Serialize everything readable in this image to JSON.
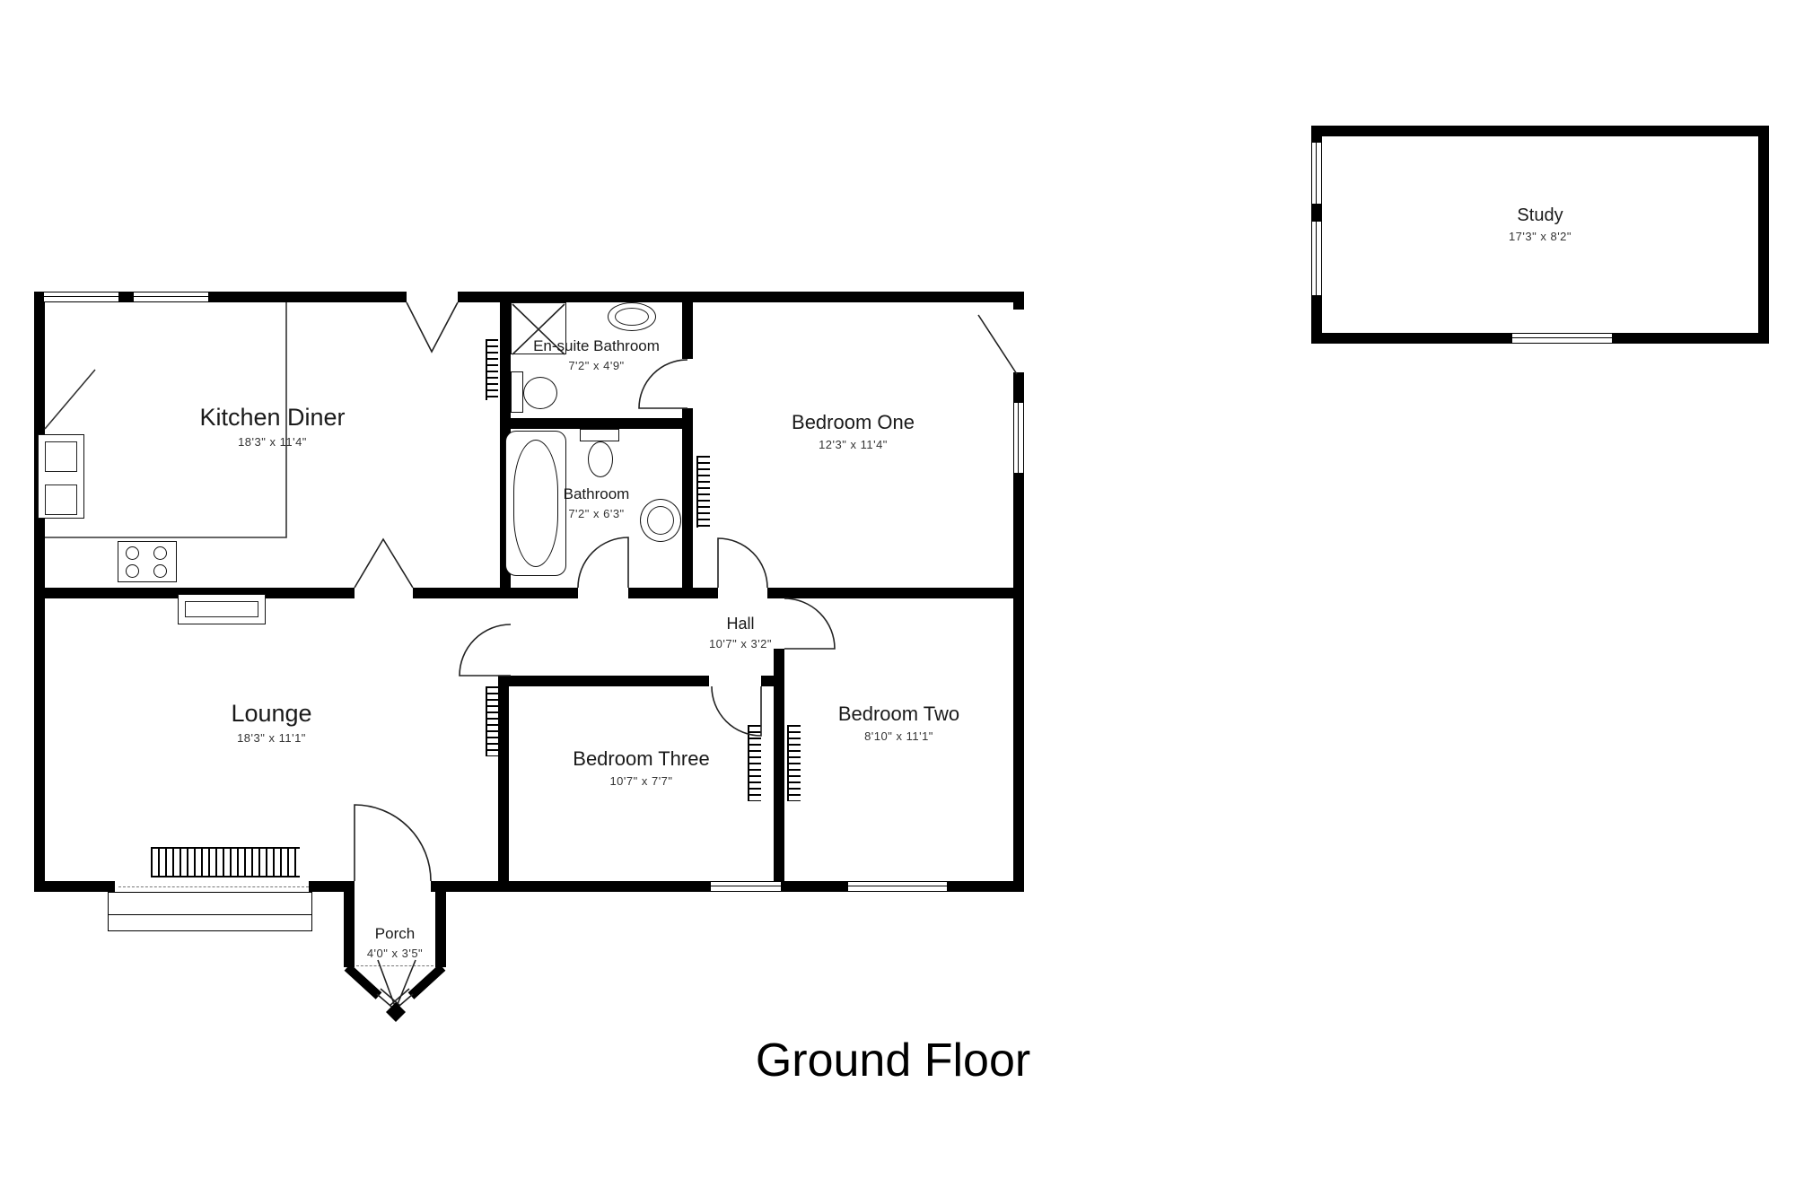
{
  "title": "Ground Floor",
  "rooms": [
    {
      "label": "Kitchen Diner",
      "dims": "18'3\" x 11'4\""
    },
    {
      "label": "En-suite Bathroom",
      "dims": "7'2\" x 4'9\""
    },
    {
      "label": "Bedroom One",
      "dims": "12'3\" x 11'4\""
    },
    {
      "label": "Bathroom",
      "dims": "7'2\" x 6'3\""
    },
    {
      "label": "Hall",
      "dims": "10'7\" x 3'2\""
    },
    {
      "label": "Lounge",
      "dims": "18'3\" x 11'1\""
    },
    {
      "label": "Bedroom Three",
      "dims": "10'7\" x 7'7\""
    },
    {
      "label": "Bedroom Two",
      "dims": "8'10\" x 11'1\""
    },
    {
      "label": "Porch",
      "dims": "4'0\" x 3'5\""
    },
    {
      "label": "Study",
      "dims": "17'3\" x 8'2\""
    }
  ],
  "colors": {
    "wall": "#000000",
    "background": "#ffffff",
    "text": "#222222"
  }
}
